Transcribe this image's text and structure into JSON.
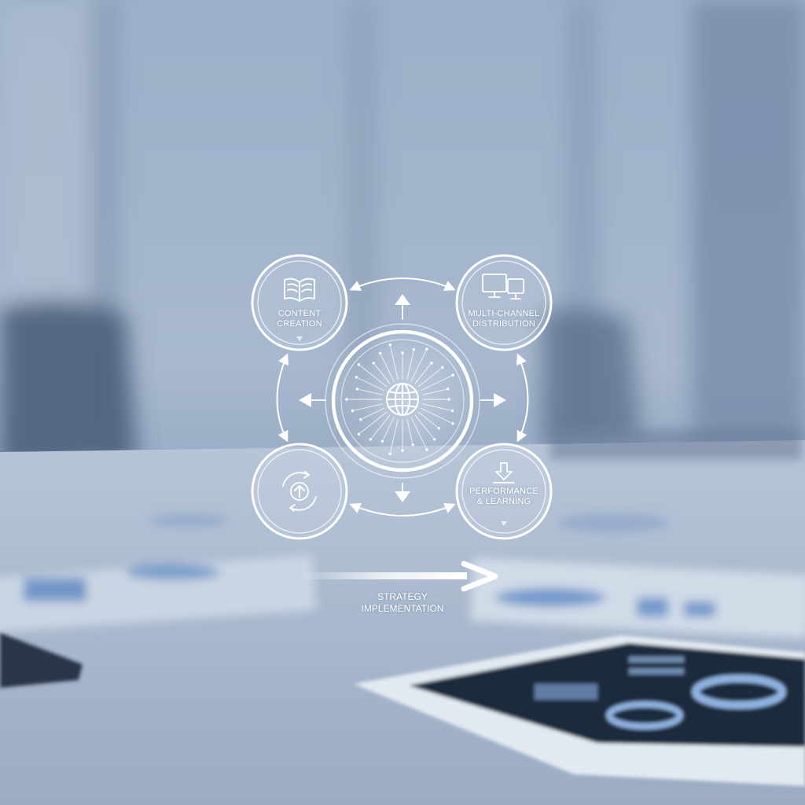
{
  "diagram": {
    "nodes": [
      {
        "id": "content",
        "lines": [
          "CONTENT",
          "CREATION"
        ],
        "icon": "open-book-icon"
      },
      {
        "id": "distribution",
        "lines": [
          "MULTI-CHANNEL",
          "DISTRIBUTION"
        ],
        "icon": "monitors-icon"
      },
      {
        "id": "cycle",
        "lines": [],
        "icon": "refresh-arrow-up-icon"
      },
      {
        "id": "performance",
        "lines": [
          "PERFORMANCE",
          "& LEARNING"
        ],
        "icon": "download-arrow-icon"
      }
    ],
    "hub": {
      "icon": "globe-icon"
    },
    "caption": [
      "STRATEGY",
      "IMPLEMENTATION"
    ]
  },
  "colors": {
    "line": "#ffffff",
    "background": "#8fa3bf",
    "accent_blue": "#3f73b8",
    "dark_tablet": "#1f2a3d"
  }
}
